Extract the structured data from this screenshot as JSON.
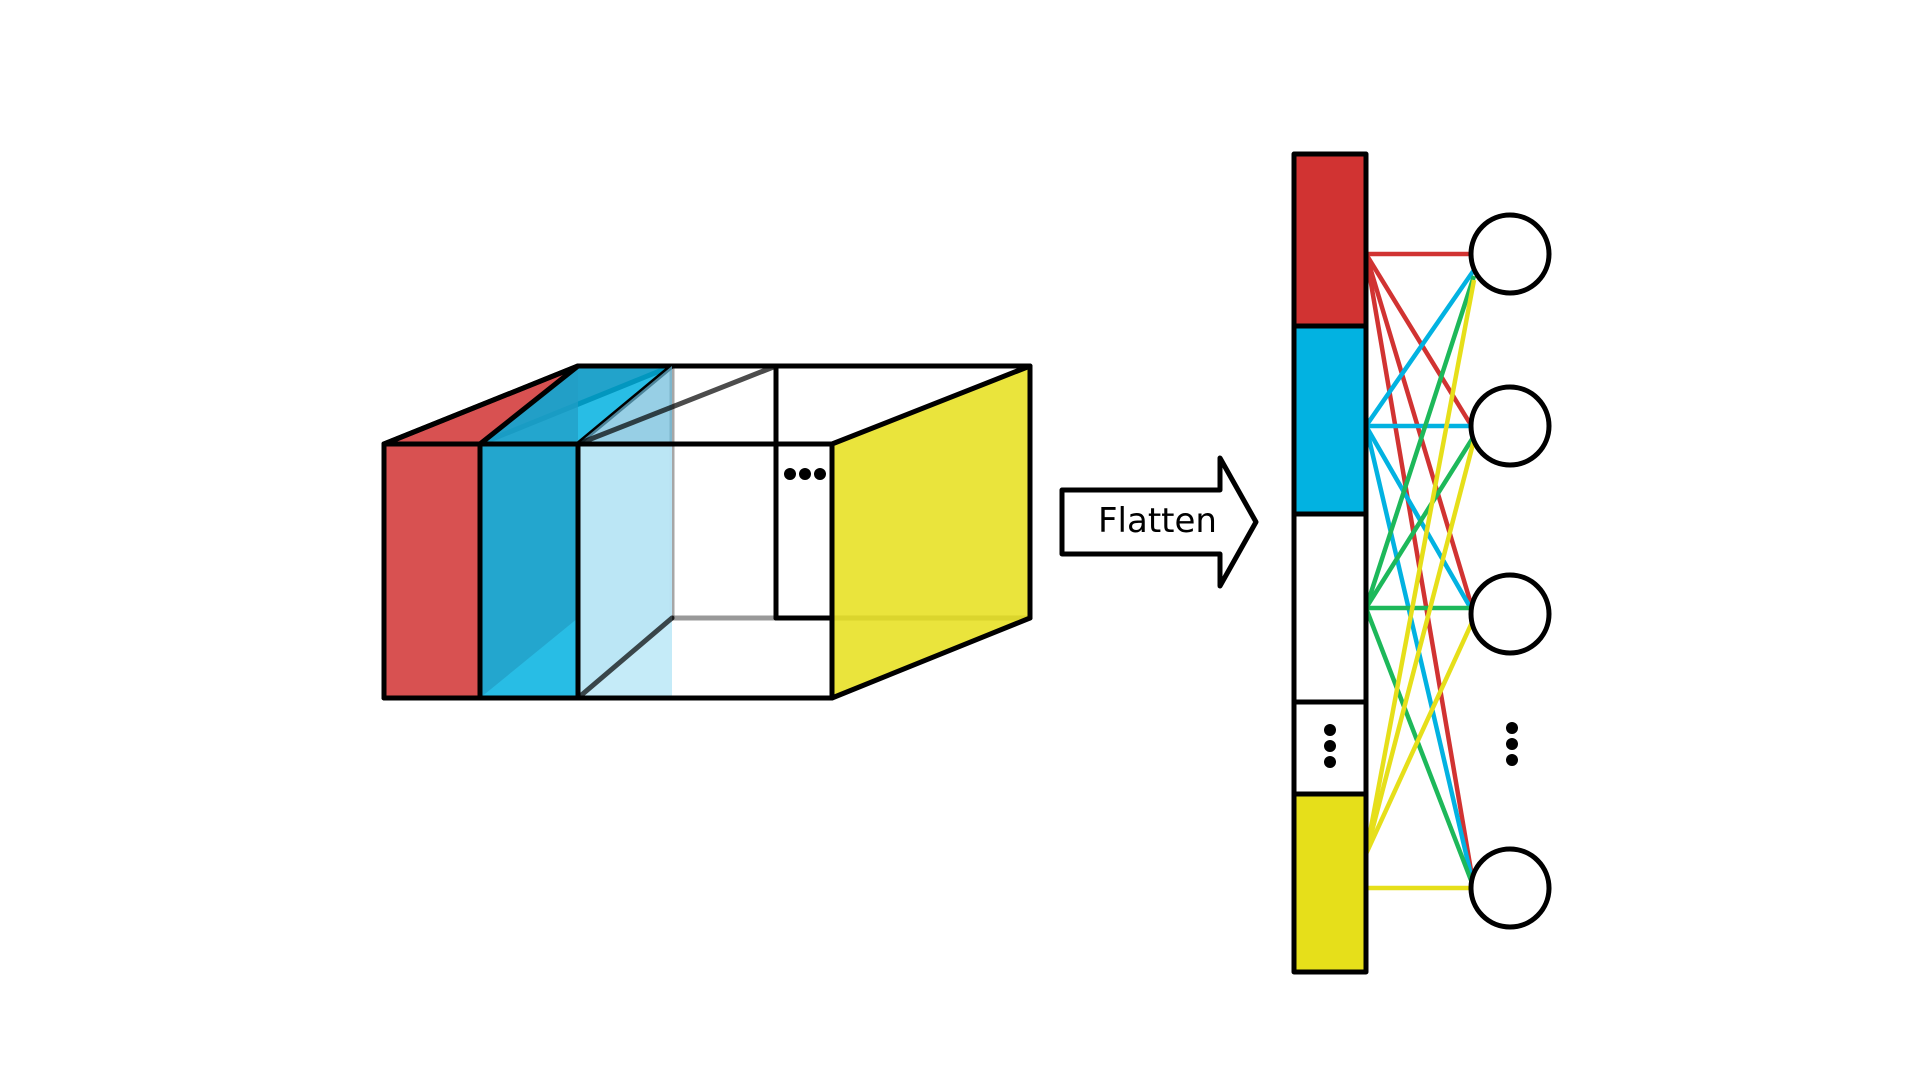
{
  "colors": {
    "red": "#d13332",
    "blue": "#02b2e1",
    "green": "#1db85a",
    "yellow": "#e6df1a",
    "outline": "#000000",
    "background": "#ffffff"
  },
  "tensor": {
    "channels": [
      "red",
      "blue",
      "light-blue",
      "empty",
      "yellow"
    ],
    "ellipsis": "horizontal-dots"
  },
  "arrow": {
    "label": "Flatten"
  },
  "flattened_vector": {
    "segments": [
      "red",
      "blue",
      "empty",
      "ellipsis",
      "yellow"
    ]
  },
  "dense_layer": {
    "visible_neurons": 4,
    "ellipsis_after_neuron": 3
  },
  "connections": {
    "segment_colors": [
      "red",
      "blue",
      "green",
      "yellow"
    ]
  }
}
